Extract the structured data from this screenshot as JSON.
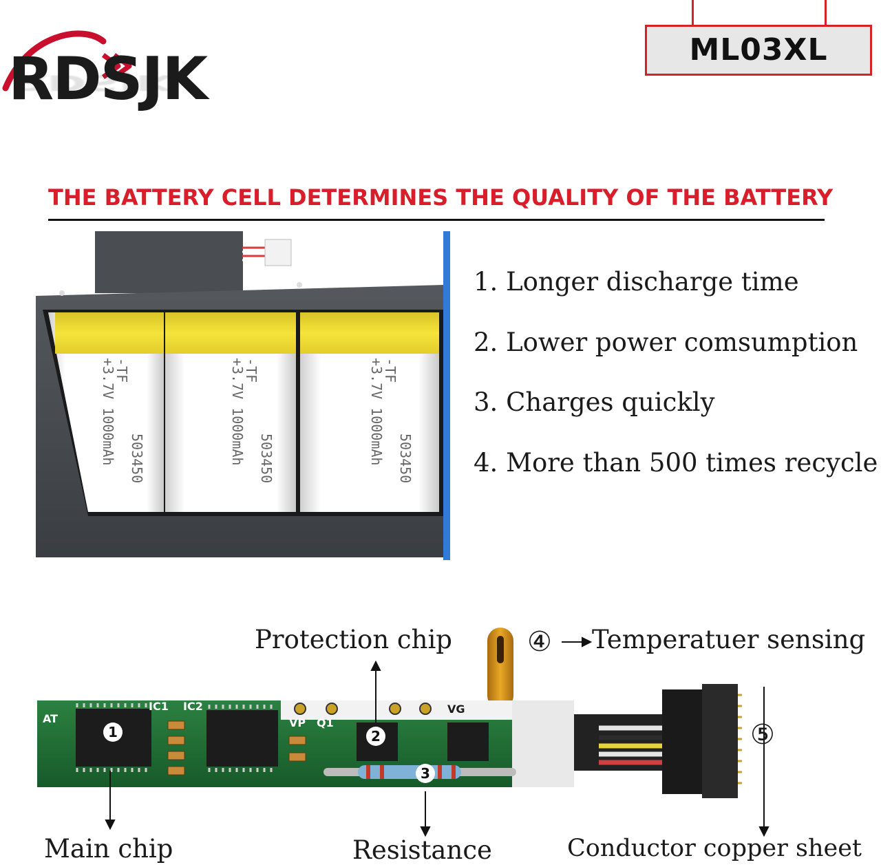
{
  "brand": {
    "logo_text": "RDSJK"
  },
  "model": {
    "code": "ML03XL"
  },
  "headline": "THE BATTERY CELL DETERMINES THE QUALITY OF THE BATTERY",
  "features": [
    "1. Longer discharge time",
    "2. Lower power comsumption",
    "3. Charges quickly",
    "4. More than 500 times recycle"
  ],
  "cell_print": {
    "line1": "-TF",
    "line2": "503450",
    "line3": "+3.7V 1000mAh"
  },
  "pcb": {
    "silkscreen": {
      "ic1": "IC1",
      "ic2": "IC2",
      "vp": "VP",
      "q1": "Q1",
      "vg": "VG",
      "at": "AT"
    },
    "markers": {
      "m1": "1",
      "m2": "2",
      "m3": "3",
      "m4": "④",
      "m5": "⑤"
    },
    "labels": {
      "main_chip": "Main chip",
      "protection_chip": "Protection chip",
      "resistance": "Resistance",
      "temperature": "Temperatuer sensing",
      "conductor": "Conductor copper sheet"
    }
  },
  "colors": {
    "accent_red": "#d81e2a",
    "badge_bg": "#e7e7e7",
    "pcb_green": "#1f6b34",
    "cell_yellow": "#f0dc2a",
    "side_blue": "#2f7bd6"
  }
}
